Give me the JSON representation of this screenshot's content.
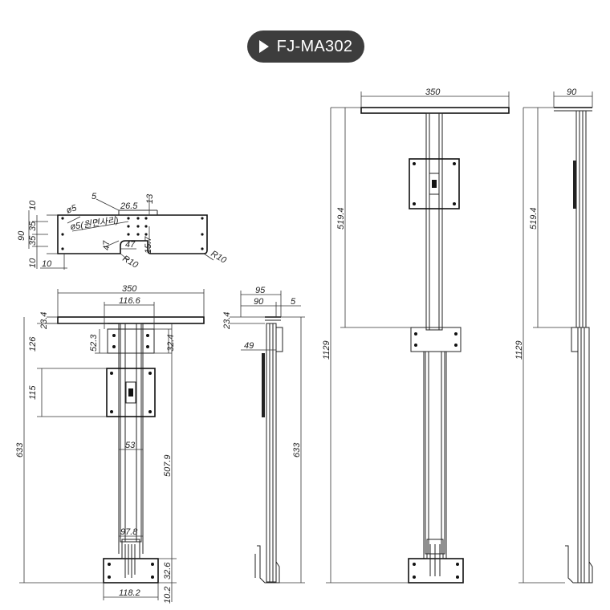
{
  "header": {
    "model": "FJ-MA302",
    "play_icon": "play-triangle-icon"
  },
  "top_plate": {
    "d10a": "10",
    "d35a": "35",
    "d35b": "35",
    "d90": "90",
    "d10b": "10",
    "d10c": "10",
    "phi5": "ø5",
    "d5": "5",
    "d26_5": "26.5",
    "d13": "13",
    "phi5_note": "ø5(원면사리)",
    "d47a": "47",
    "d47b": "47",
    "d15_7": "15.7",
    "r10a": "R10",
    "r10b": "R10"
  },
  "front_view": {
    "w350": "350",
    "w116_6": "116.6",
    "h23_4": "23.4",
    "h126": "126",
    "h52_3": "52.3",
    "h32_4": "32.4",
    "h115": "115",
    "h633": "633",
    "w53": "53",
    "h507_9": "507.9",
    "w97_8": "97.8",
    "h32_6": "32.6",
    "w118_2": "118.2",
    "h10_2": "10.2"
  },
  "side_view": {
    "w95": "95",
    "w90": "90",
    "w5": "5",
    "h23_4": "23.4",
    "h49": "49",
    "h633": "633"
  },
  "ext_front_view": {
    "w350": "350",
    "h519_4": "519.4",
    "h1129": "1129"
  },
  "ext_side_view": {
    "w90": "90",
    "h519_4": "519.4",
    "h1129": "1129"
  }
}
